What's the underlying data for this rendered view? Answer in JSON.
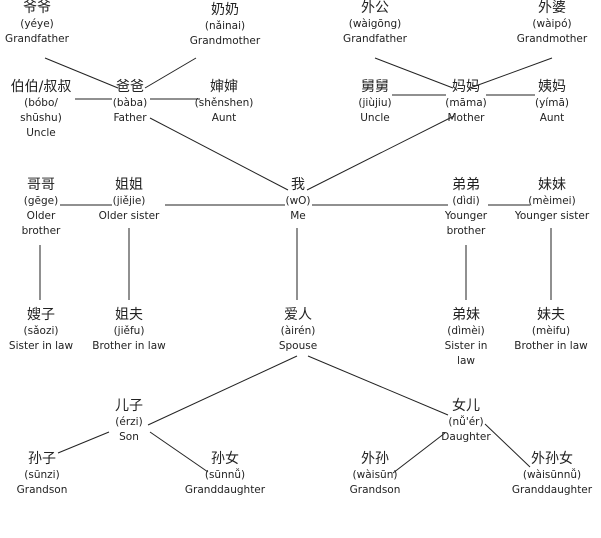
{
  "nodes": {
    "yeye": {
      "zh": "爷爷",
      "py": "(yéye)",
      "en": "Grandfather"
    },
    "nainai": {
      "zh": "奶奶",
      "py": "(nǎinai)",
      "en": "Grandmother"
    },
    "waigong": {
      "zh": "外公",
      "py": "(wàigōng)",
      "en": "Grandfather"
    },
    "waipo": {
      "zh": "外婆",
      "py": "(wàipó)",
      "en": "Grandmother"
    },
    "bobo": {
      "zh": "伯伯/叔叔",
      "py1": "(bóbo/",
      "py2": "shūshu)",
      "en": "Uncle"
    },
    "baba": {
      "zh": "爸爸",
      "py": "(bàba)",
      "en": "Father"
    },
    "shenshen": {
      "zh": "婶婶",
      "py": "(shěnshen)",
      "en": "Aunt"
    },
    "jiujiu": {
      "zh": "舅舅",
      "py": "(jiùjiu)",
      "en": "Uncle"
    },
    "mama": {
      "zh": "妈妈",
      "py": "(māma)",
      "en": "Mother"
    },
    "yima": {
      "zh": "姨妈",
      "py": "(yímā)",
      "en": "Aunt"
    },
    "gege": {
      "zh": "哥哥",
      "py": "(gēge)",
      "en1": "Older",
      "en2": "brother"
    },
    "jiejie": {
      "zh": "姐姐",
      "py": "(jiějie)",
      "en": "Older sister"
    },
    "wo": {
      "zh": "我",
      "py": "(wO)",
      "en": "Me"
    },
    "didi": {
      "zh": "弟弟",
      "py": "(dìdi)",
      "en1": "Younger",
      "en2": "brother"
    },
    "meimei": {
      "zh": "妹妹",
      "py": "(mèimei)",
      "en": "Younger sister"
    },
    "saozi": {
      "zh": "嫂子",
      "py": "(sǎozi)",
      "en": "Sister in law"
    },
    "jiefu": {
      "zh": "姐夫",
      "py": "(jiěfu)",
      "en": "Brother in law"
    },
    "airen": {
      "zh": "爱人",
      "py": "(àirén)",
      "en": "Spouse"
    },
    "dimei": {
      "zh": "弟妹",
      "py": "(dìmèi)",
      "en1": "Sister in",
      "en2": "law"
    },
    "meifu": {
      "zh": "妹夫",
      "py": "(mèifu)",
      "en": "Brother in law"
    },
    "erzi": {
      "zh": "儿子",
      "py": "(érzi)",
      "en": "Son"
    },
    "nuer": {
      "zh": "女儿",
      "py": "(nǚ'ér)",
      "en": "Daughter"
    },
    "sunzi": {
      "zh": "孙子",
      "py": "(sūnzi)",
      "en": "Grandson"
    },
    "sunnu": {
      "zh": "孙女",
      "py": "(sūnnǚ)",
      "en": "Granddaughter"
    },
    "waisun": {
      "zh": "外孙",
      "py": "(wàisūn)",
      "en": "Grandson"
    },
    "waisunnu": {
      "zh": "外孙女",
      "py": "(wàisūnnǚ)",
      "en": "Granddaughter"
    }
  },
  "colors": {
    "line": "#222222",
    "text": "#222222",
    "background": "#ffffff"
  }
}
